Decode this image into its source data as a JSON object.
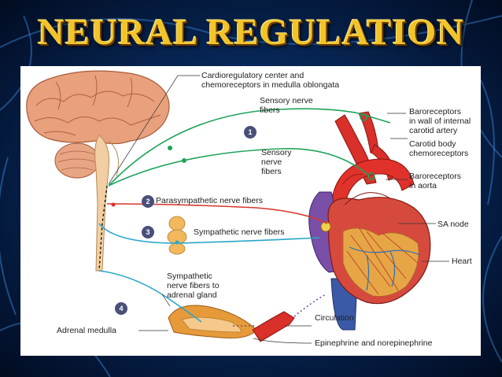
{
  "title": "NEURAL REGULATION",
  "colors": {
    "background": "#041a3a",
    "title": "#f1c52a",
    "sensory": "#1fa35b",
    "parasympathetic": "#d6352b",
    "sympathetic": "#2aa6c9",
    "badge": "#4a4f7a"
  },
  "labels": {
    "cardioregulatory": "Cardioregulatory center and\nchemoreceptors in medulla oblongata",
    "sensory_top": "Sensory nerve\nfibers",
    "sensory_mid": "Sensory\nnerve\nfibers",
    "baroreceptors_carotid": "Baroreceptors\nin wall of internal\ncarotid artery",
    "carotid_body": "Carotid body\nchemoreceptors",
    "baroreceptors_aorta": "Baroreceptors\nin aorta",
    "parasympathetic": "Parasympathetic nerve fibers",
    "sympathetic": "Sympathetic nerve fibers",
    "sa_node": "SA node",
    "heart": "Heart",
    "sympathetic_adrenal": "Sympathetic\nnerve fibers to\nadrenal gland",
    "circulation": "Circulation",
    "adrenal_medulla": "Adrenal medulla",
    "epinephrine": "Epinephrine and norepinephrine"
  },
  "badges": [
    "1",
    "2",
    "3",
    "4"
  ]
}
